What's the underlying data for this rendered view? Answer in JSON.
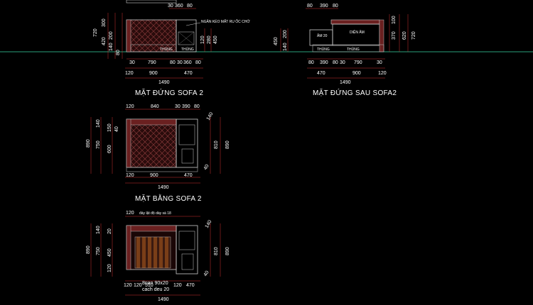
{
  "titles": {
    "front": "MẶT ĐỨNG SOFA 2",
    "back": "MẶT ĐỨNG SAU SOFA2",
    "plan": "MẶT BẰNG SOFA 2"
  },
  "front": {
    "top": [
      "30",
      "360",
      "80"
    ],
    "left": [
      "720",
      "300",
      "420",
      "200",
      "140",
      "80"
    ],
    "right": [
      "120",
      "280",
      "450"
    ],
    "bottom": [
      "30",
      "790",
      "80",
      "30",
      "360",
      "80"
    ],
    "bottom2": [
      "120",
      "900",
      "470"
    ],
    "total": "1490",
    "note": "NGĂN KÉO MẤT RU ỐC CHỜ",
    "thung1": "THÙNG",
    "thung2": "THÙNG"
  },
  "back": {
    "top": [
      "80",
      "390",
      "80"
    ],
    "left": [
      "450",
      "140",
      "200"
    ],
    "right": [
      "100",
      "370",
      "620",
      "720"
    ],
    "left_label": "ÂM 20",
    "right_label": "DIỆN ÂM",
    "bottom": [
      "80",
      "390",
      "80",
      "30",
      "790",
      "30"
    ],
    "bottom2": [
      "470",
      "900",
      "120"
    ],
    "total": "1490",
    "thung1": "THÙNG",
    "thung2": "THÙNG"
  },
  "plan": {
    "top": [
      "120",
      "840",
      "30",
      "390",
      "80"
    ],
    "left": [
      "890",
      "750",
      "140",
      "600",
      "150",
      "40"
    ],
    "right": [
      "140",
      "810",
      "890",
      "40"
    ],
    "bottom": [
      "120",
      "900",
      "470"
    ],
    "total": "1490"
  },
  "plan2": {
    "top": [
      "120",
      "đáy lật độ dày sà 18"
    ],
    "left": [
      "890",
      "750",
      "140",
      "450",
      "20",
      "120"
    ],
    "right": [
      "140",
      "810",
      "890",
      "40"
    ],
    "bottom": [
      "120",
      "120",
      "510",
      "120",
      "470"
    ],
    "total": "1490",
    "note1": "8nan 90x20",
    "note2": "cach deu 20"
  }
}
